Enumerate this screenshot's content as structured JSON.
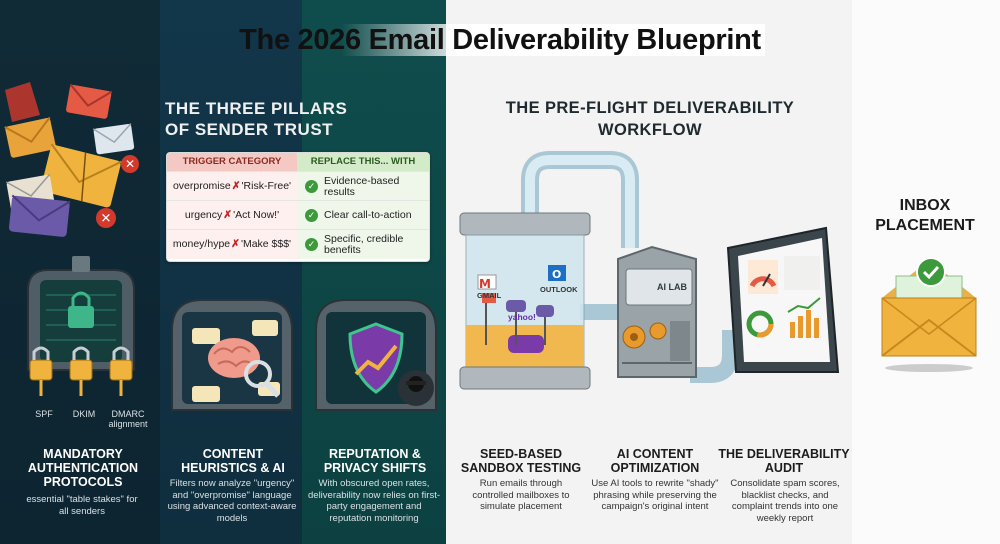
{
  "title": "The 2026 Email Deliverability Blueprint",
  "pillars": {
    "heading": "THE THREE PILLARS OF SENDER TRUST",
    "table": {
      "header_left": "TRIGGER CATEGORY",
      "header_right": "REPLACE THIS... WITH THIS...",
      "rows": [
        {
          "category": "overpromise",
          "phrase": "'Risk-Free'",
          "replacement": "Evidence-based results"
        },
        {
          "category": "urgency",
          "phrase": "'Act Now!'",
          "replacement": "Clear call-to-action"
        },
        {
          "category": "money/hype",
          "phrase": "'Make $$$'",
          "replacement": "Specific, credible benefits"
        }
      ]
    },
    "items": [
      {
        "label": "MANDATORY AUTHENTICATION PROTOCOLS",
        "description": "essential \"table stakes\" for all senders"
      },
      {
        "label": "CONTENT HEURISTICS & AI",
        "description": "Filters now analyze \"urgency\" and \"overpromise\" language using advanced context-aware models"
      },
      {
        "label": "REPUTATION & PRIVACY SHIFTS",
        "description": "With obscured open rates, deliverability now relies on first-party engagement and reputation monitoring"
      }
    ],
    "locks": [
      "SPF",
      "DKIM",
      "DMARC alignment"
    ]
  },
  "workflow": {
    "heading": "THE PRE-FLIGHT DELIVERABILITY WORKFLOW",
    "steps": [
      {
        "label": "SEED-BASED SANDBOX TESTING",
        "description": "Run emails through controlled mailboxes to simulate placement"
      },
      {
        "label": "AI CONTENT OPTIMIZATION",
        "description": "Use AI tools to rewrite \"shady\" phrasing while preserving the campaign's original intent"
      },
      {
        "label": "THE DELIVERABILITY AUDIT",
        "description": "Consolidate spam scores, blacklist checks, and complaint trends into one weekly report"
      }
    ],
    "mailbox_labels": [
      "GMAIL",
      "OUTLOOK",
      "yahoo!"
    ],
    "lab_label": "AI LAB"
  },
  "inbox": {
    "label": "INBOX PLACEMENT"
  },
  "colors": {
    "dark_navy": "#102a36",
    "teal": "#0f4d4c",
    "accent_orange": "#e89a2c",
    "check_green": "#3c9a3c",
    "stop_red": "#d33a2c"
  }
}
